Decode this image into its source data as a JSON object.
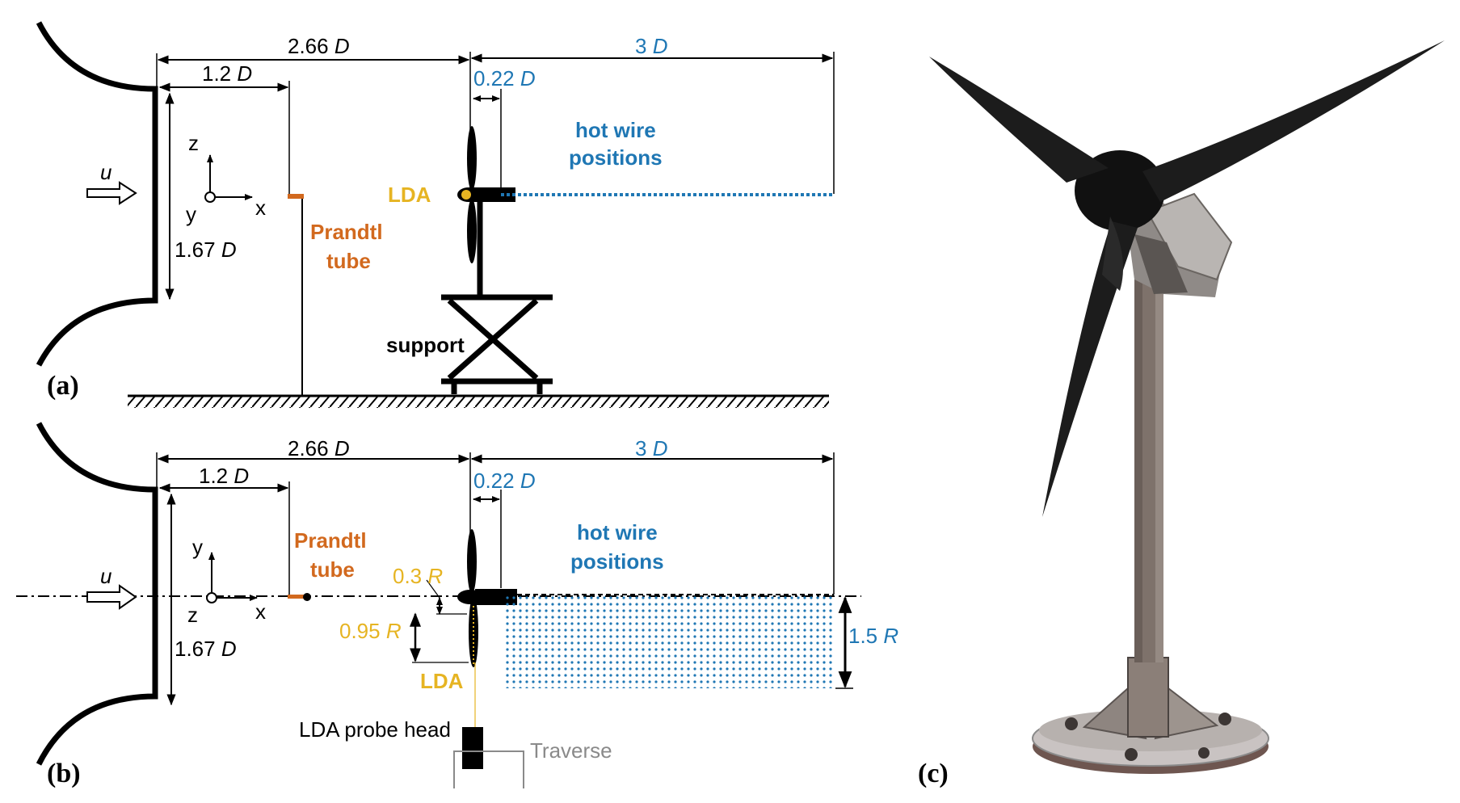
{
  "panel_a": {
    "label": "(a)",
    "dim_top": "2.66",
    "dim_1_2": "1.2",
    "dim_3D": "3",
    "dim_022": "0.22",
    "dim_167": "1.67",
    "sym_D": "D",
    "axis_z": "z",
    "axis_y": "y",
    "axis_x": "x",
    "flow": "u",
    "prandtl_1": "Prandtl",
    "prandtl_2": "tube",
    "lda": "LDA",
    "hotwire_1": "hot wire",
    "hotwire_2": "positions",
    "support": "support"
  },
  "panel_b": {
    "label": "(b)",
    "dim_top": "2.66",
    "dim_1_2": "1.2",
    "dim_3D": "3",
    "dim_022": "0.22",
    "dim_167": "1.67",
    "dim_03": "0.3",
    "dim_095": "0.95",
    "dim_15": "1.5",
    "sym_D": "D",
    "sym_R": "R",
    "axis_y": "y",
    "axis_z": "z",
    "axis_x": "x",
    "flow": "u",
    "prandtl_1": "Prandtl",
    "prandtl_2": "tube",
    "lda": "LDA",
    "hotwire_1": "hot wire",
    "hotwire_2": "positions",
    "probe": "LDA probe head",
    "traverse": "Traverse"
  },
  "panel_c": {
    "label": "(c)"
  },
  "colors": {
    "blue": "#1f77b4",
    "orange": "#d2691e",
    "gold": "#e6b422",
    "gray": "#8a8a8a"
  }
}
